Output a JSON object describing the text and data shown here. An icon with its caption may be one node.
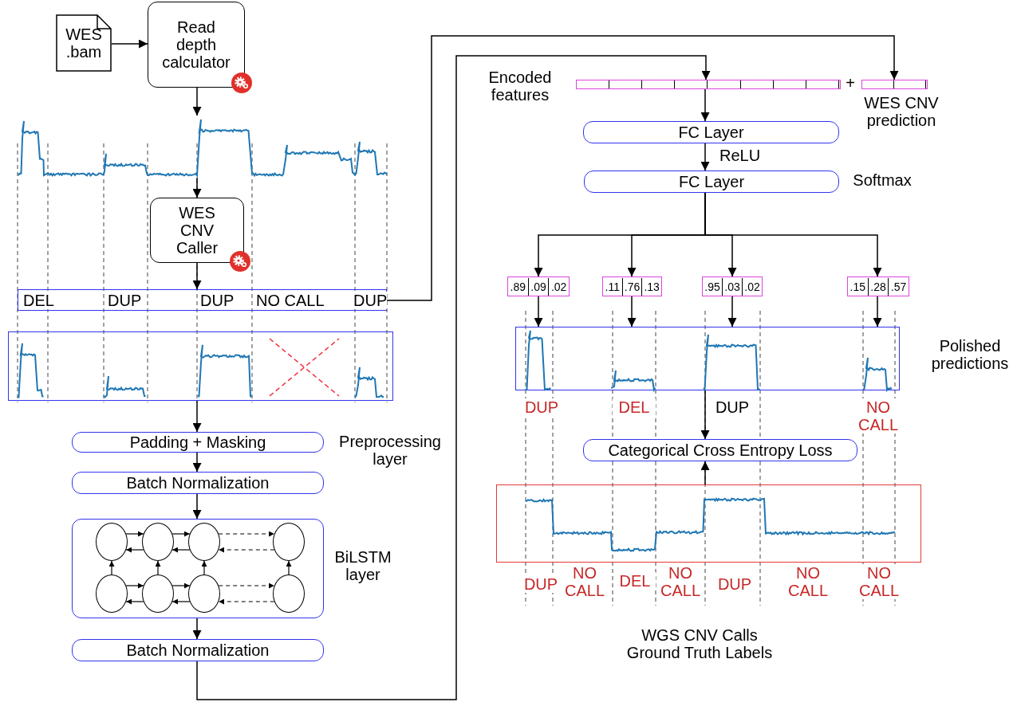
{
  "diagram": {
    "nodes": [
      {
        "text": [
          "WES .bam"
        ]
      },
      {
        "text": [
          "Read depth calculator"
        ]
      },
      {
        "text": [],
        "shape": "picture"
      },
      {
        "text": [
          "WES CNV Caller"
        ]
      },
      {
        "text": [
          "DEL",
          "DUP",
          "DUP",
          "NO CALL",
          "DUP"
        ]
      },
      {
        "text": [],
        "shape": "box"
      },
      {
        "text": [
          "Padding + Masking"
        ],
        "beside": [
          "Preprocessing layer"
        ]
      },
      {
        "text": [
          "Batch Normalization"
        ]
      },
      {
        "text": [],
        "shape": "box",
        "beside": [
          "BiLSTM layer"
        ]
      },
      {
        "text": [],
        "shape": "circle",
        "in": 8
      },
      {
        "text": [],
        "shape": "circle",
        "in": 8
      },
      {
        "text": [],
        "shape": "circle",
        "in": 8
      },
      {
        "text": [],
        "shape": "circle",
        "in": 8
      },
      {
        "text": [],
        "shape": "circle",
        "in": 8
      },
      {
        "text": [],
        "shape": "circle",
        "in": 8
      },
      {
        "text": [],
        "shape": "circle",
        "in": 8
      },
      {
        "text": [],
        "shape": "circle",
        "in": 8
      },
      {
        "text": [
          "Batch Normalization"
        ]
      },
      {
        "text": [],
        "shape": "bar",
        "beside": [
          "Encoded features"
        ]
      },
      {
        "text": [],
        "shape": "bar",
        "beside": [
          "WES CNV prediction"
        ]
      },
      {
        "text": [
          "FC Layer"
        ]
      },
      {
        "text": [
          "FC Layer"
        ],
        "beside": [
          "Softmax"
        ]
      },
      {
        "text": [
          ".89",
          ".09",
          ".02"
        ]
      },
      {
        "text": [
          ".11",
          ".76",
          ".13"
        ]
      },
      {
        "text": [
          ".95",
          ".03",
          ".02"
        ]
      },
      {
        "text": [
          ".15",
          ".28",
          ".57"
        ]
      },
      {
        "text": [],
        "shape": "box",
        "beside": [
          "Polished predictions"
        ]
      },
      {
        "text": [
          "Categorical Cross Entropy Loss"
        ]
      },
      {
        "text": [],
        "shape": "box"
      }
    ],
    "edges": [
      {
        "from": 0,
        "to": 1,
        "arrow": "to"
      },
      {
        "from": 1,
        "to": 2,
        "arrow": "to"
      },
      {
        "from": 2,
        "to": 3,
        "arrow": "to"
      },
      {
        "from": 3,
        "to": 4,
        "arrow": "to"
      },
      {
        "from": 4,
        "to": 19,
        "arrow": "to"
      },
      {
        "from": 5,
        "to": 6,
        "arrow": "to"
      },
      {
        "from": 6,
        "to": 7,
        "arrow": "to"
      },
      {
        "from": 7,
        "to": 8,
        "arrow": "to"
      },
      {
        "from": 8,
        "to": 17,
        "arrow": "to"
      },
      {
        "from": 17,
        "to": 18,
        "arrow": "to"
      },
      {
        "from": 18,
        "to": 20,
        "arrow": "to"
      },
      {
        "from": 20,
        "to": 21,
        "arrow": "to",
        "label": "ReLU"
      },
      {
        "from": 21,
        "to": 22,
        "arrow": "to"
      },
      {
        "from": 21,
        "to": 23,
        "arrow": "to"
      },
      {
        "from": 21,
        "to": 24,
        "arrow": "to"
      },
      {
        "from": 21,
        "to": 25,
        "arrow": "to"
      },
      {
        "from": 22,
        "to": 26,
        "arrow": "to"
      },
      {
        "from": 23,
        "to": 26,
        "arrow": "to"
      },
      {
        "from": 24,
        "to": 26,
        "arrow": "to"
      },
      {
        "from": 25,
        "to": 26,
        "arrow": "to"
      },
      {
        "from": 26,
        "to": 27,
        "arrow": "to"
      },
      {
        "from": 28,
        "to": 27,
        "arrow": "to"
      },
      {
        "from": 9,
        "to": 10,
        "arrow": "to"
      },
      {
        "from": 10,
        "to": 9,
        "arrow": "to"
      },
      {
        "from": 10,
        "to": 11,
        "arrow": "to"
      },
      {
        "from": 11,
        "to": 10,
        "arrow": "to"
      },
      {
        "from": 11,
        "to": 12,
        "arrow": "to",
        "style": "dashed"
      },
      {
        "from": 12,
        "to": 11,
        "arrow": "to",
        "style": "dashed"
      },
      {
        "from": 13,
        "to": 14,
        "arrow": "to"
      },
      {
        "from": 14,
        "to": 13,
        "arrow": "to"
      },
      {
        "from": 14,
        "to": 15,
        "arrow": "to"
      },
      {
        "from": 15,
        "to": 14,
        "arrow": "to"
      },
      {
        "from": 15,
        "to": 16,
        "arrow": "to",
        "style": "dashed"
      },
      {
        "from": 16,
        "to": 15,
        "arrow": "to",
        "style": "dashed"
      },
      {
        "from": 13,
        "to": 9,
        "arrow": "to"
      },
      {
        "from": 14,
        "to": 10,
        "arrow": "to"
      },
      {
        "from": 15,
        "to": 11,
        "arrow": "to"
      },
      {
        "from": 16,
        "to": 12,
        "arrow": "to"
      }
    ],
    "labels": [
      "+",
      "DUP",
      "DEL",
      "DUP",
      "NO CALL",
      "DUP",
      "NO CALL",
      "DEL",
      "NO CALL",
      "DUP",
      "NO CALL",
      "NO CALL",
      "WGS CNV Calls Ground Truth Labels"
    ]
  }
}
